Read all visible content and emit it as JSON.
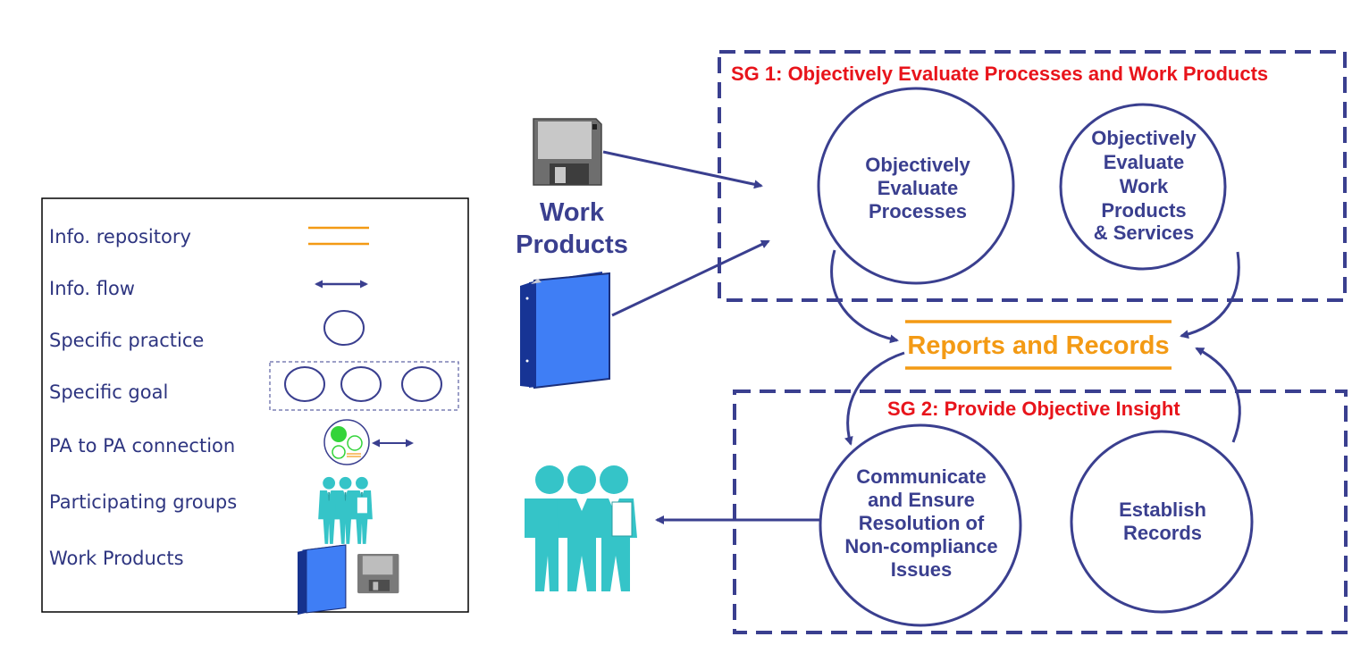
{
  "legend": {
    "items": [
      {
        "label": "Info. repository",
        "icon": "info-repository-icon"
      },
      {
        "label": "Info. flow",
        "icon": "info-flow-icon"
      },
      {
        "label": "Specific practice",
        "icon": "specific-practice-icon"
      },
      {
        "label": "Specific goal",
        "icon": "specific-goal-icon"
      },
      {
        "label": "PA to PA connection",
        "icon": "pa-connection-icon"
      },
      {
        "label": "Participating groups",
        "icon": "participating-groups-icon"
      },
      {
        "label": "Work Products",
        "icon": "work-products-icon"
      }
    ]
  },
  "work_products": {
    "line1": "Work",
    "line2": "Products"
  },
  "goals": {
    "sg1": {
      "title": "SG 1: Objectively Evaluate Processes and Work Products",
      "practices": [
        {
          "lines": [
            "Objectively",
            "Evaluate",
            "Processes"
          ]
        },
        {
          "lines": [
            "Objectively",
            "Evaluate",
            "Work",
            "Products",
            "& Services"
          ]
        }
      ]
    },
    "sg2": {
      "title": "SG 2: Provide Objective Insight",
      "practices": [
        {
          "lines": [
            "Communicate",
            "and Ensure",
            "Resolution of",
            "Non-compliance",
            "Issues"
          ]
        },
        {
          "lines": [
            "Establish",
            "Records"
          ]
        }
      ]
    }
  },
  "repository": {
    "label": "Reports and Records"
  },
  "colors": {
    "navy": "#3a3f8f",
    "goal_red": "#e8141b",
    "repo_orange": "#f39a14",
    "people_teal": "#35c4c8",
    "binder_blue": "#3f7ef5",
    "dashed_border": "#3a3f8f"
  }
}
